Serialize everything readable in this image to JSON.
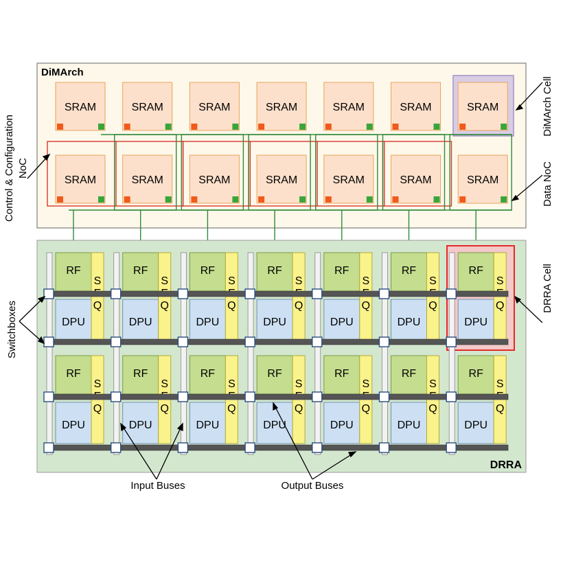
{
  "dimarch": {
    "title": "DiMArch",
    "sram_label": "SRAM",
    "columns": 7,
    "rows": 2
  },
  "drra": {
    "title": "DRRA",
    "rf_label": "RF",
    "dpu_label": "DPU",
    "seq_letters": [
      "S",
      "E",
      "Q"
    ],
    "columns": 7,
    "rows": 2
  },
  "annotations": {
    "dimarch_cell": "DiMArch Cell",
    "data_noc": "Data NoC",
    "drra_cell": "DRRA Cell",
    "control_noc_line1": "Control & Configuration",
    "control_noc_line2": "NoC",
    "switchboxes": "Switchboxes",
    "input_buses": "Input Buses",
    "output_buses": "Output Buses"
  },
  "colors": {
    "dimarch_bg": "#fdf8ea",
    "drra_bg": "#d3e7cf",
    "sram_fill": "#fde0cb",
    "sram_border": "#e8a45a",
    "control_noc": "#d9372b",
    "data_noc": "#2f8a3a",
    "port_red": "#f05a1a",
    "port_green": "#3aa53a",
    "dimarch_cell_highlight": "#d9cde4",
    "rf_fill": "#c4dd8e",
    "dpu_fill": "#cde0f3",
    "seq_fill": "#faf28a",
    "bus_dark": "#555555",
    "drra_cell_highlight": "#e52a2a"
  }
}
